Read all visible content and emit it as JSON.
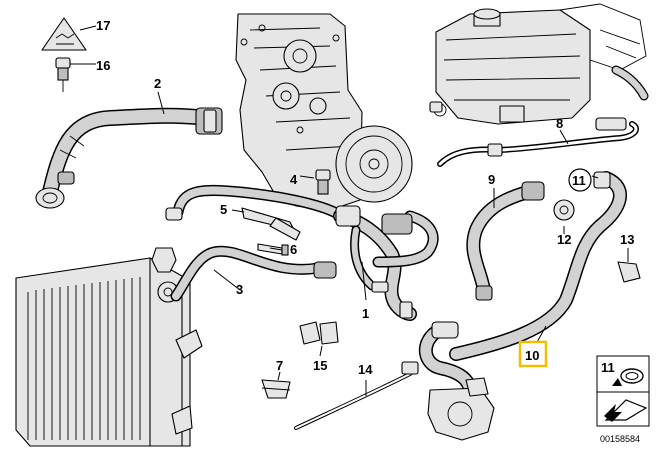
{
  "diagram": {
    "callouts": [
      {
        "id": "c1",
        "label": "1"
      },
      {
        "id": "c2",
        "label": "2"
      },
      {
        "id": "c3",
        "label": "3"
      },
      {
        "id": "c4",
        "label": "4"
      },
      {
        "id": "c5",
        "label": "5"
      },
      {
        "id": "c6",
        "label": "6"
      },
      {
        "id": "c7",
        "label": "7"
      },
      {
        "id": "c8",
        "label": "8"
      },
      {
        "id": "c9",
        "label": "9"
      },
      {
        "id": "c10",
        "label": "10"
      },
      {
        "id": "c11",
        "label": "11"
      },
      {
        "id": "c12",
        "label": "12"
      },
      {
        "id": "c13",
        "label": "13"
      },
      {
        "id": "c14",
        "label": "14"
      },
      {
        "id": "c15",
        "label": "15"
      },
      {
        "id": "c16",
        "label": "16"
      },
      {
        "id": "c17",
        "label": "17"
      }
    ],
    "legend_callout": "11",
    "highlighted_callout": "10",
    "reference_number": "00158584",
    "colors": {
      "highlight": "#f0c000",
      "line": "#000000",
      "part_fill": "#e6e6e6",
      "hose_fill": "#d2d2d2"
    }
  }
}
